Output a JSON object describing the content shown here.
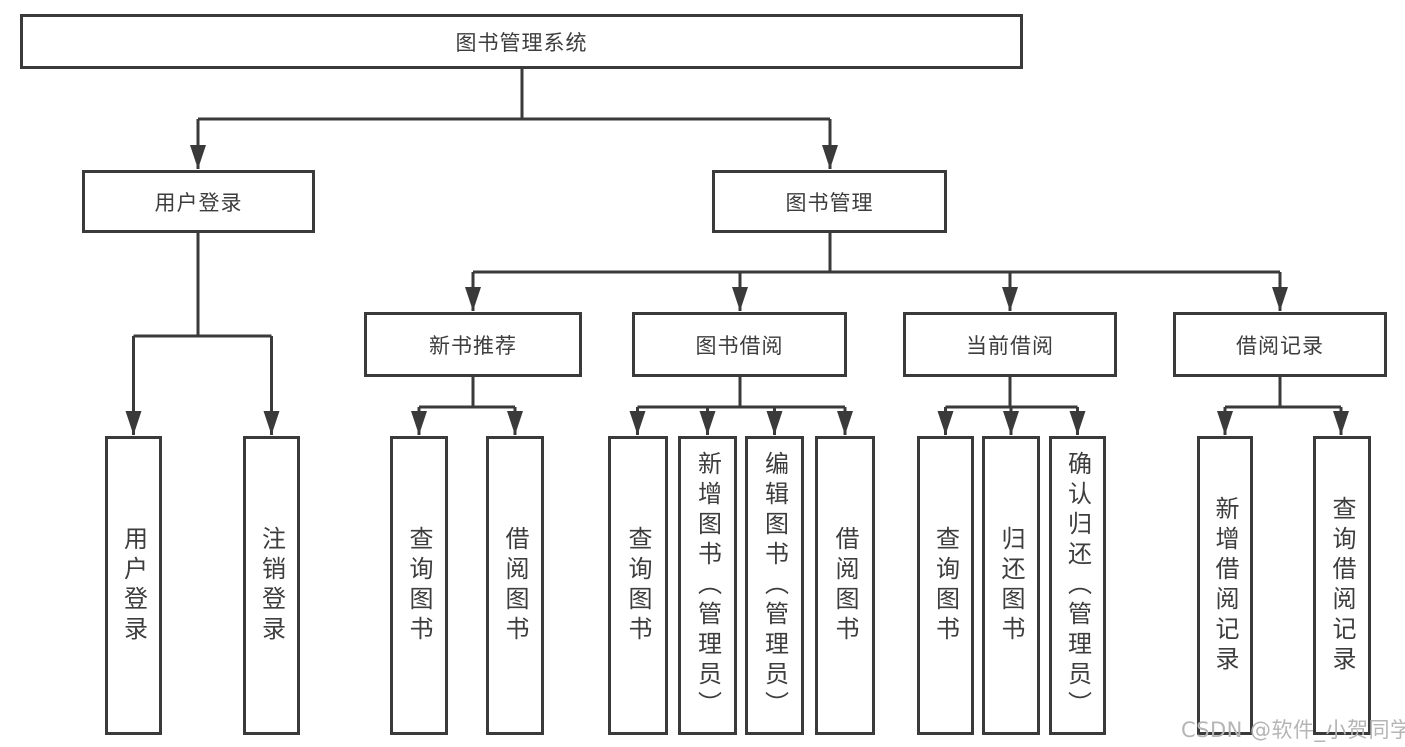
{
  "diagram": {
    "root": {
      "label": "图书管理系统"
    },
    "branches": [
      {
        "label": "用户登录",
        "children": [
          {
            "label": "用户登录"
          },
          {
            "label": "注销登录"
          }
        ]
      },
      {
        "label": "图书管理",
        "children": [
          {
            "label": "新书推荐",
            "children": [
              {
                "label": "查询图书"
              },
              {
                "label": "借阅图书"
              }
            ]
          },
          {
            "label": "图书借阅",
            "children": [
              {
                "label": "查询图书"
              },
              {
                "label": "新增图书（管理员）"
              },
              {
                "label": "编辑图书（管理员）"
              },
              {
                "label": "借阅图书"
              }
            ]
          },
          {
            "label": "当前借阅",
            "children": [
              {
                "label": "查询图书"
              },
              {
                "label": "归还图书"
              },
              {
                "label": "确认归还（管理员）"
              }
            ]
          },
          {
            "label": "借阅记录",
            "children": [
              {
                "label": "新增借阅记录"
              },
              {
                "label": "查询借阅记录"
              }
            ]
          }
        ]
      }
    ]
  },
  "watermark": "CSDN @软件_小贺同学",
  "colors": {
    "line": "#3a3a3a",
    "text": "#3d3d3d",
    "background": "#ffffff",
    "watermark": "#b5b5b5"
  }
}
